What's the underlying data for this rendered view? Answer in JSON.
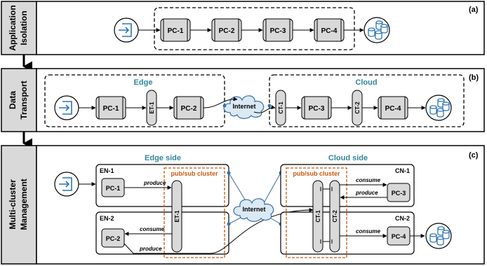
{
  "panels": {
    "a": {
      "side_title": [
        "Application",
        "Isolation"
      ],
      "letter": "(a)",
      "components": [
        "PC-1",
        "PC-2",
        "PC-3",
        "PC-4"
      ]
    },
    "b": {
      "side_title": [
        "Data",
        "Transport"
      ],
      "letter": "(b)",
      "edge_label": "Edge",
      "cloud_label": "Cloud",
      "internet_label": "Internet",
      "edge_components": [
        "PC-1",
        "ET-1",
        "PC-2"
      ],
      "cloud_components": [
        "CT-1",
        "PC-3",
        "CT-2",
        "PC-4"
      ]
    },
    "c": {
      "side_title": [
        "Multi-cluster",
        "Management"
      ],
      "letter": "(c)",
      "edge_side_label": "Edge side",
      "cloud_side_label": "Cloud side",
      "pubsub_label_left": "pub/sub cluster",
      "pubsub_label_right": "pub/sub cluster",
      "internet_label": "Internet",
      "en1": {
        "title": "EN-1",
        "component": "PC-1"
      },
      "en2": {
        "title": "EN-2",
        "component": "PC-2"
      },
      "cn1": {
        "title": "CN-1",
        "component": "PC-3"
      },
      "cn2": {
        "title": "CN-2",
        "component": "PC-4"
      },
      "et1": "ET-1",
      "ct1": "CT-1",
      "ct2": "CT-2",
      "flow_labels": {
        "en1_produce": "produce",
        "en2_consume": "consume",
        "en2_produce": "produce",
        "cn1_consume": "consume",
        "cn1_produce": "produce",
        "cn2_consume": "consume"
      }
    }
  },
  "colors": {
    "component_fill": "#d9d9d9",
    "pubsub_border": "#c55a11",
    "accent_label": "#31859c",
    "internet_cloud": "#dbe9f4",
    "internet_stroke": "#3a6ea5",
    "icon_blue": "#2e75b6"
  }
}
